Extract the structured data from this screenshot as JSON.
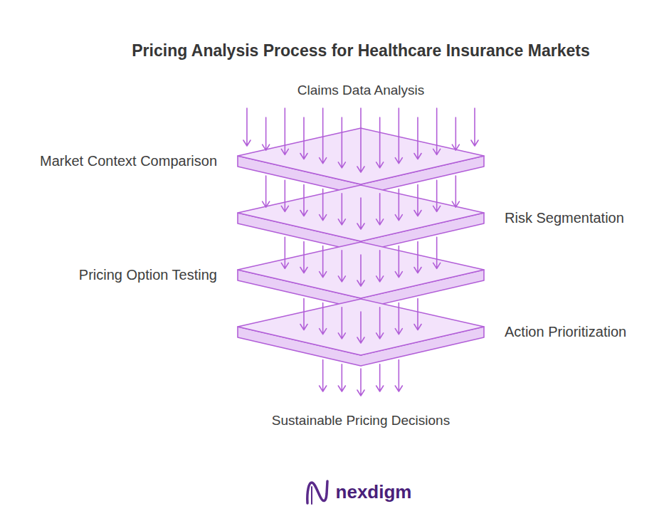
{
  "diagram": {
    "title": "Pricing Analysis Process for Healthcare Insurance Markets",
    "nodes": [
      {
        "text": [
          "Market Context Comparison"
        ]
      },
      {
        "text": [
          "Risk Segmentation"
        ]
      },
      {
        "text": [
          "Pricing Option Testing"
        ]
      },
      {
        "text": [
          "Action Prioritization"
        ]
      }
    ],
    "edges": [
      {
        "from": 0,
        "to": 1,
        "arrow": "to"
      },
      {
        "from": 1,
        "to": 2,
        "arrow": "to"
      },
      {
        "from": 2,
        "to": 3,
        "arrow": "to"
      }
    ],
    "labels": [
      "Claims Data Analysis",
      "Sustainable Pricing Decisions",
      "nexdigm"
    ]
  }
}
